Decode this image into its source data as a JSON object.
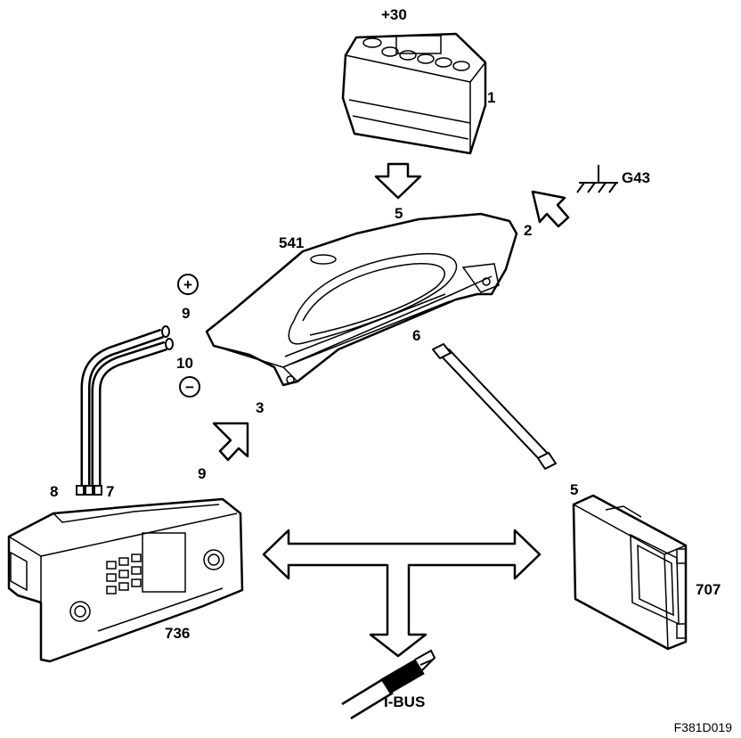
{
  "labels": {
    "plus30": "+30",
    "battery": "1",
    "ground_ref": "G43",
    "arrow_ground": "2",
    "arrow_radio": "3",
    "arrow_battery": "5",
    "display_ref": "541",
    "connector_display": "6",
    "plus_pin": "9",
    "minus_pin": "10",
    "radio_arrow_pin": "9",
    "wire_left": "8",
    "wire_right": "7",
    "connector_module": "5",
    "module_ref": "707",
    "radio_ref": "736",
    "ibus": "I-BUS",
    "figure_id": "F381D019"
  },
  "symbols": {
    "plus": "+",
    "minus": "−"
  }
}
